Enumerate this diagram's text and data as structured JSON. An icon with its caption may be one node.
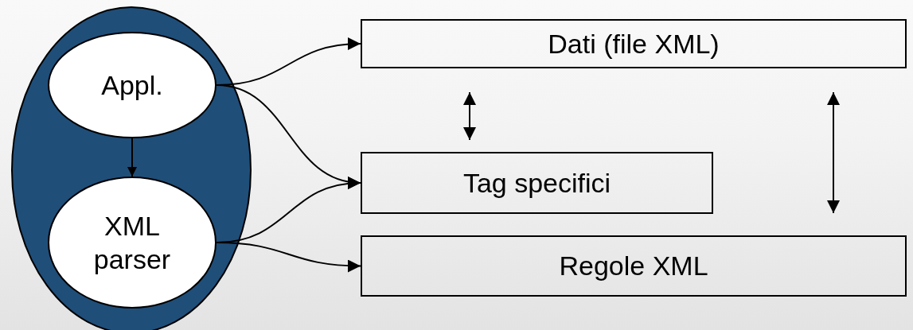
{
  "diagram": {
    "nodes": [
      {
        "text": [],
        "shape": "ellipse"
      },
      {
        "text": [
          "Appl."
        ],
        "in": 0
      },
      {
        "text": [
          "XML parser"
        ],
        "in": 0
      },
      {
        "text": [
          "Dati (file XML)"
        ]
      },
      {
        "text": [
          "Tag specifici"
        ]
      },
      {
        "text": [
          "Regole XML"
        ]
      }
    ],
    "edges": [
      {
        "from": 1,
        "to": 2,
        "arrow": "to"
      },
      {
        "from": 1,
        "to": 3,
        "arrow": "to"
      },
      {
        "from": 1,
        "to": 4,
        "arrow": "to"
      },
      {
        "from": 2,
        "to": 4,
        "arrow": "to"
      },
      {
        "from": 2,
        "to": 5,
        "arrow": "to"
      },
      {
        "from": 3,
        "to": 4,
        "arrow": "both"
      },
      {
        "from": 3,
        "to": 5,
        "arrow": "both"
      }
    ]
  }
}
